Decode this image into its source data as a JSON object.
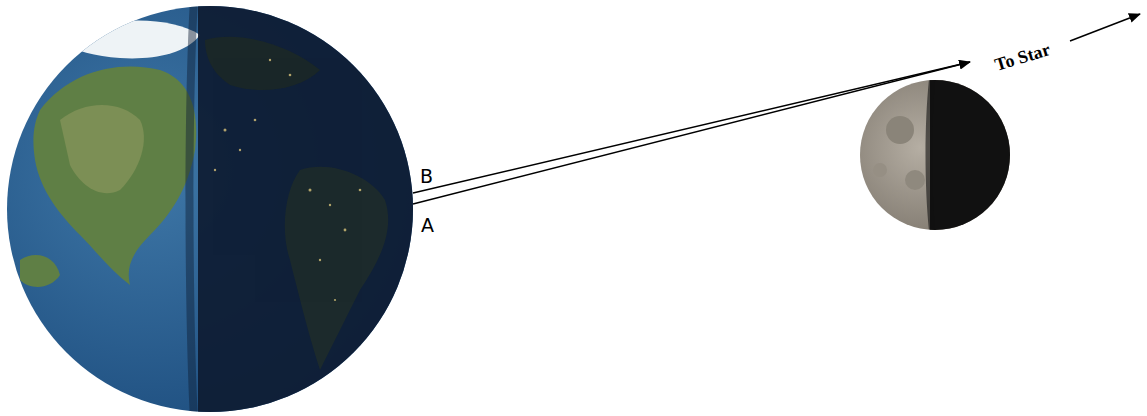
{
  "diagram": {
    "labels": [
      "B",
      "A",
      "To Star"
    ]
  }
}
